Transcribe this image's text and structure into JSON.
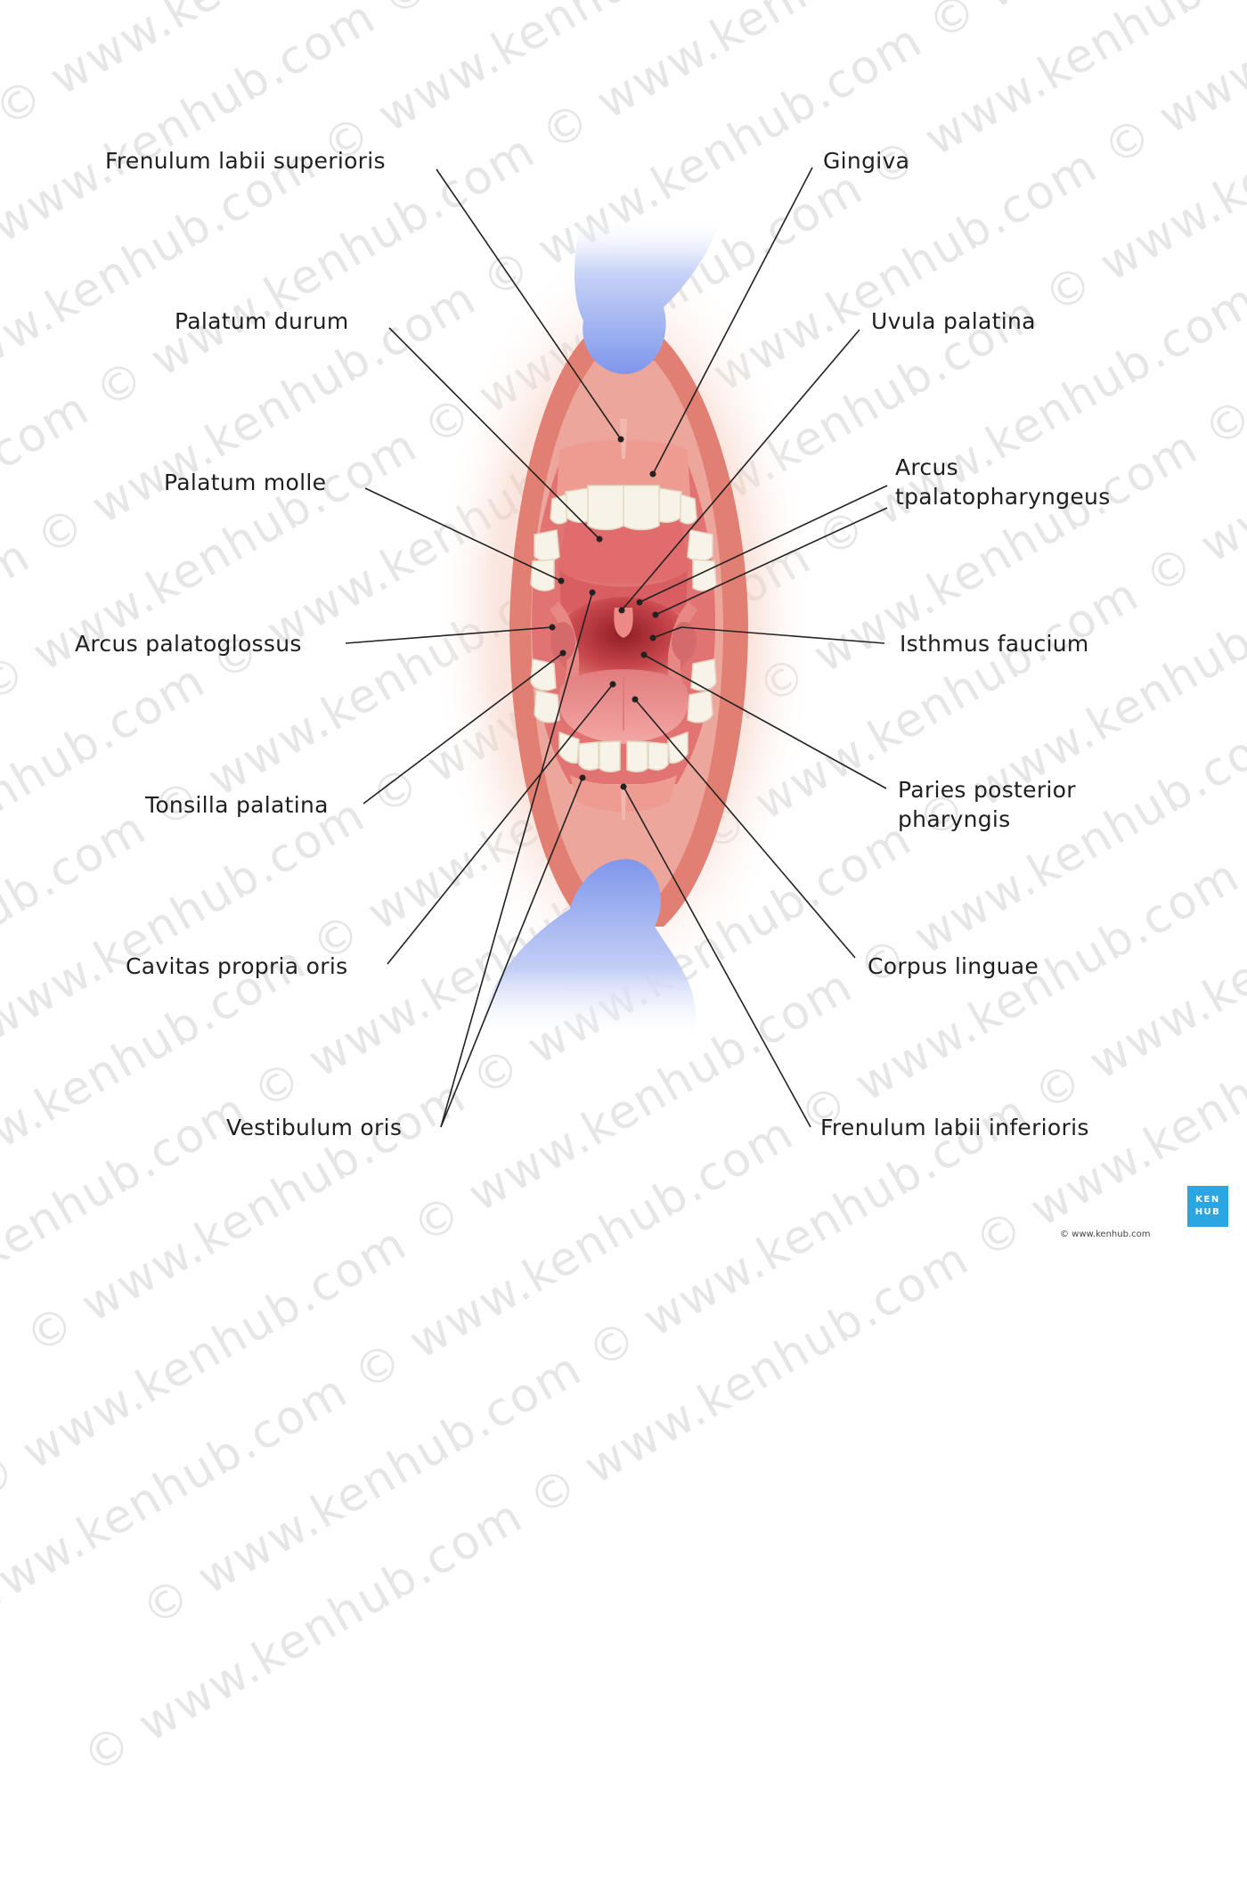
{
  "watermark": {
    "text": "© www.kenhub.com © www.kenhub.com © www.kenhub.com © www.kenhub.com"
  },
  "colors": {
    "lip": "#e07f72",
    "mucosa": "#e8a69c",
    "gum": "#ec9a90",
    "throat": "#c84b4f",
    "tongue": "#eb8c8a",
    "tooth": "#f8f3e8",
    "glove": "#8fa6ef",
    "leader": "#222222",
    "brand": "#2aa7e3"
  },
  "labels": {
    "frenulum_sup": "Frenulum labii superioris",
    "palatum_durum": "Palatum durum",
    "palatum_molle": "Palatum molle",
    "arcus_palatoglossus": "Arcus palatoglossus",
    "tonsilla_palatina": "Tonsilla palatina",
    "cavitas_propria": "Cavitas propria oris",
    "vestibulum": "Vestibulum oris",
    "gingiva": "Gingiva",
    "uvula": "Uvula palatina",
    "arcus_pp_1": "Arcus",
    "arcus_pp_2": "tpalatopharyngeus",
    "isthmus": "Isthmus faucium",
    "paries_1": "Paries posterior",
    "paries_2": "pharyngis",
    "corpus": "Corpus linguae",
    "frenulum_inf": "Frenulum labii inferioris"
  },
  "logo": {
    "line1": "KEN",
    "line2": "HUB"
  },
  "credit": "© www.kenhub.com"
}
